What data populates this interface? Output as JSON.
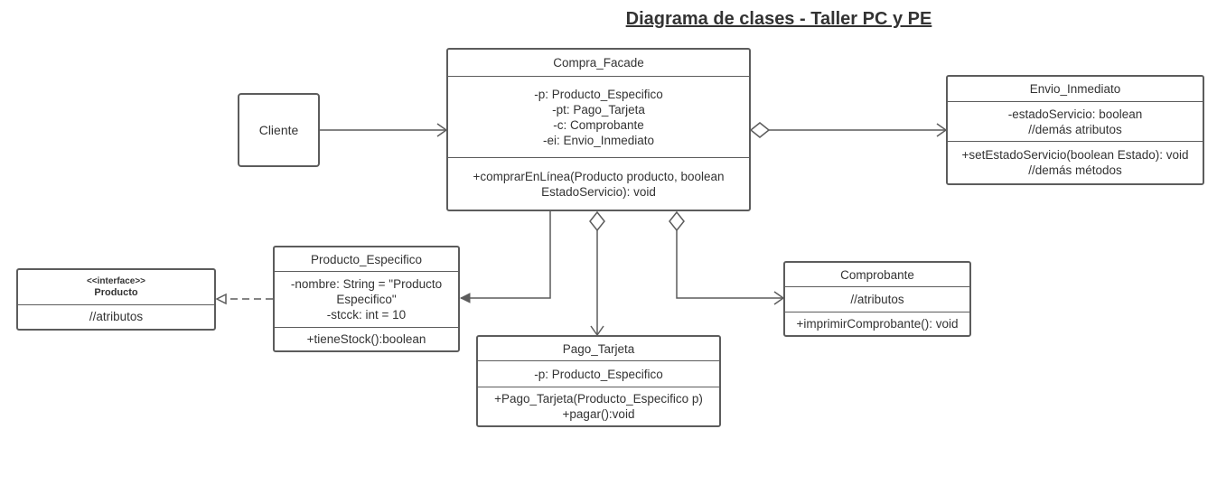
{
  "diagram": {
    "title": "Diagrama de clases - Taller PC y PE",
    "cliente": {
      "label": "Cliente"
    },
    "compra_facade": {
      "name": "Compra_Facade",
      "attributes": [
        "-p: Producto_Especifico",
        "-pt: Pago_Tarjeta",
        "-c: Comprobante",
        "-ei: Envio_Inmediato"
      ],
      "methods": [
        "+comprarEnLínea(Producto producto, boolean",
        "EstadoServicio): void"
      ]
    },
    "envio_inmediato": {
      "name": "Envio_Inmediato",
      "attributes": [
        "-estadoServicio: boolean",
        "//demás atributos"
      ],
      "methods": [
        "+setEstadoServicio(boolean Estado): void",
        "//demás métodos"
      ]
    },
    "producto_interface": {
      "stereotype": "<<interface>>",
      "name": "Producto",
      "attributes": [
        "//atributos"
      ]
    },
    "producto_especifico": {
      "name": "Producto_Especifico",
      "attributes": [
        "-nombre: String = \"Producto",
        "Especifico\"",
        "-stcck: int = 10"
      ],
      "methods": [
        "+tieneStock():boolean"
      ]
    },
    "comprobante": {
      "name": "Comprobante",
      "attributes": [
        "//atributos"
      ],
      "methods": [
        "+imprimirComprobante(): void"
      ]
    },
    "pago_tarjeta": {
      "name": "Pago_Tarjeta",
      "attributes": [
        "-p: Producto_Especifico"
      ],
      "methods": [
        "+Pago_Tarjeta(Producto_Especifico p)",
        "+pagar():void"
      ]
    }
  }
}
